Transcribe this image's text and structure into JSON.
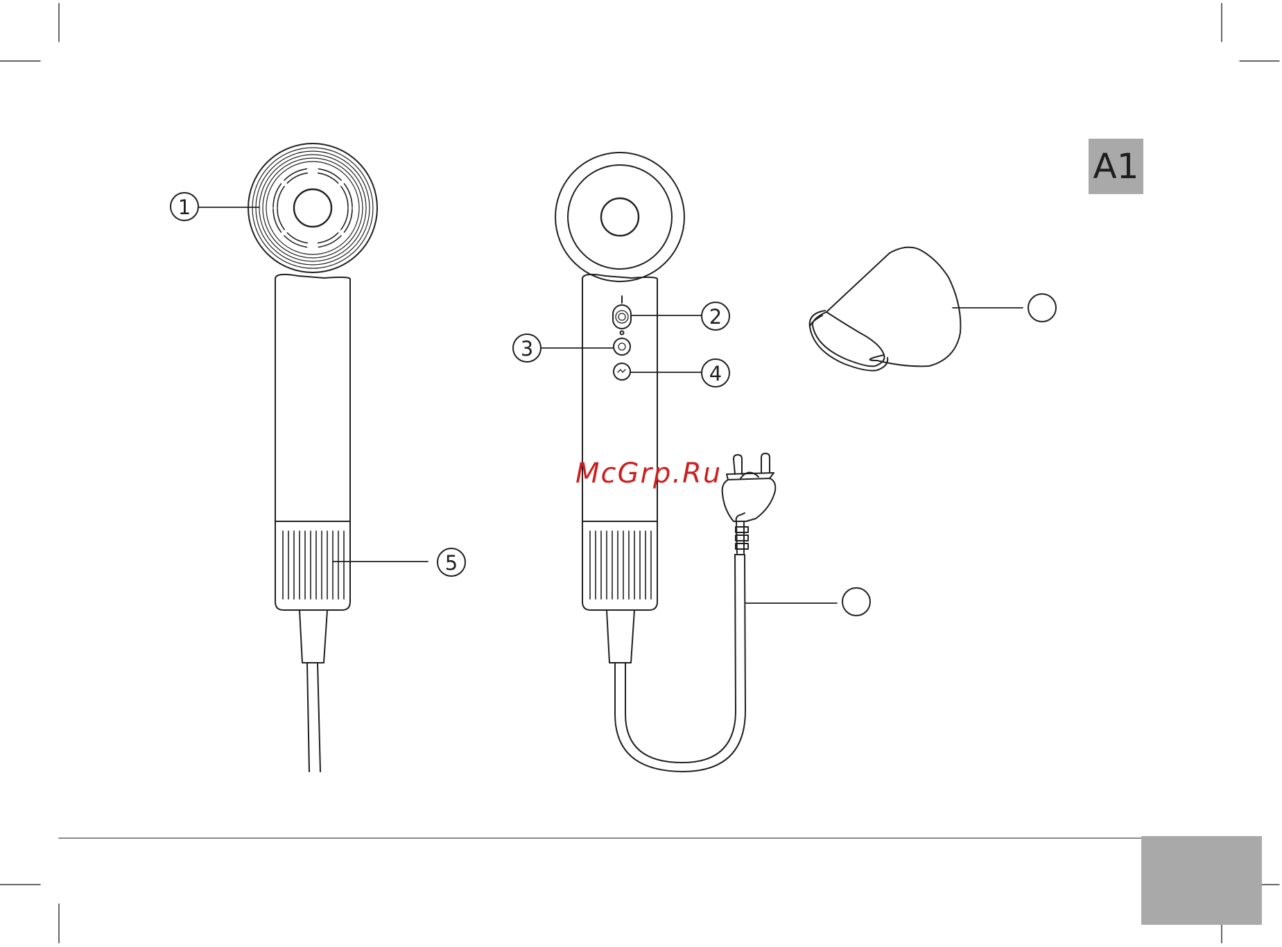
{
  "section_tab": {
    "label": "A1"
  },
  "watermark": {
    "text": "McGrp.Ru"
  },
  "callouts": {
    "c1": "1",
    "c2": "2",
    "c3": "3",
    "c4": "4",
    "c5": "5",
    "c6": "",
    "c7": ""
  },
  "colors": {
    "line": "#1e1e1e",
    "tab_gray": "#a9a9a9",
    "watermark": "#cc2020"
  }
}
